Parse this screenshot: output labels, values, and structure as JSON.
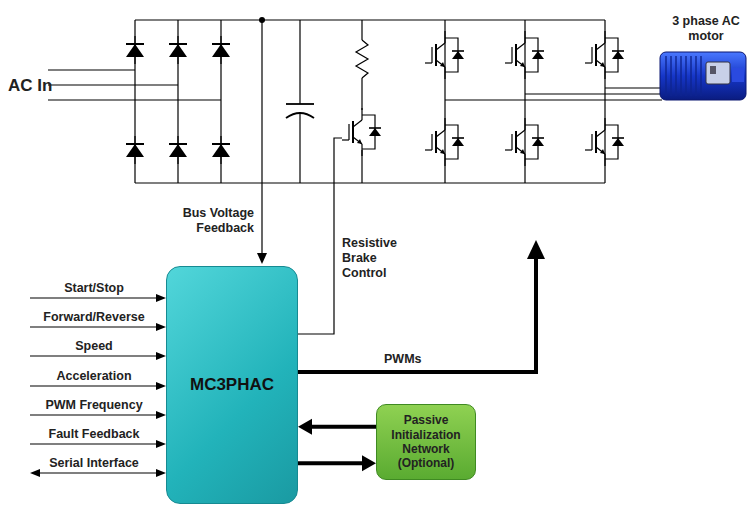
{
  "diagram": {
    "nodes": [
      {
        "text": [
          "MC3PHAC"
        ]
      },
      {
        "text": [
          "Passive Initialization Network (Optional)"
        ]
      }
    ],
    "edges": [
      {
        "from": 1,
        "to": 0,
        "arrow": "to"
      },
      {
        "from": 0,
        "to": 1,
        "arrow": "to"
      }
    ],
    "labels": [
      "3 phase AC motor",
      "AC In",
      "Bus Voltage Feedback",
      "Resistive Brake Control",
      "PWMs",
      "Start/Stop",
      "Forward/Reverse",
      "Speed",
      "Acceleration",
      "PWM Frequency",
      "Fault Feedback",
      "Serial Interface"
    ]
  }
}
